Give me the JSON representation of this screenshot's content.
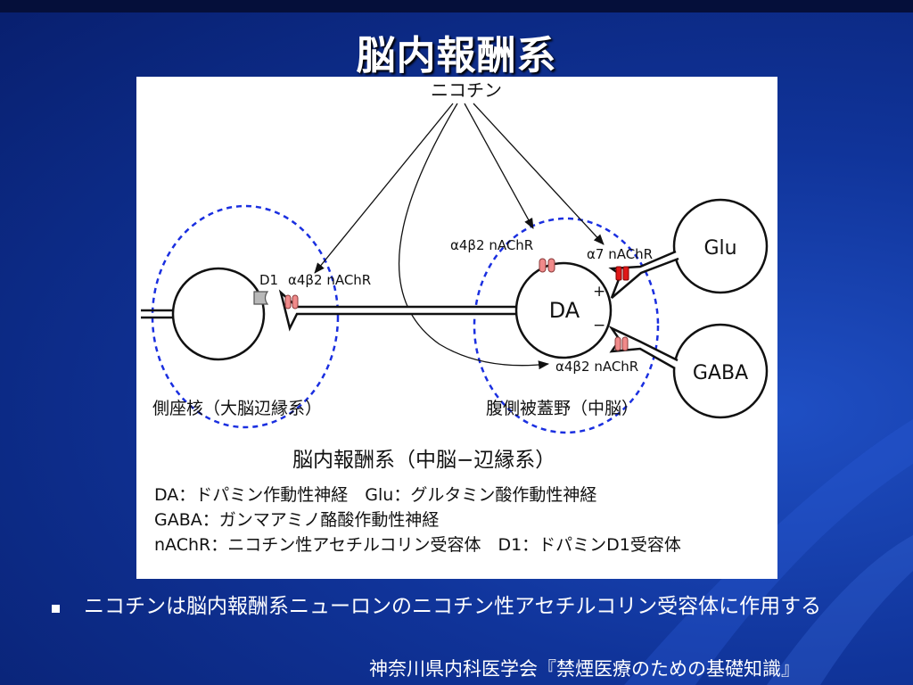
{
  "slide": {
    "title": "脳内報酬系",
    "bullet_text": "ニコチンは脳内報酬系ニューロンのニコチン性アセチルコリン受容体に作用する",
    "source": "神奈川県内科医学会『禁煙医療のための基礎知識』"
  },
  "diagram": {
    "nicotine_label": "ニコチン",
    "d1_label": "D1",
    "a4b2_nachr_label": "α4β2 nAChR",
    "a7_nachr_label": "α7 nAChR",
    "da_label": "DA",
    "glu_label": "Glu",
    "gaba_label": "GABA",
    "plus_sign": "+",
    "minus_sign": "−",
    "nucleus_accumbens_label": "側座核（大脳辺縁系）",
    "vta_label": "腹側被蓋野（中脳）",
    "figure_title": "脳内報酬系（中脳−辺縁系）",
    "legend": [
      "DA：ドパミン作動性神経　Glu：グルタミン酸作動性神経",
      "GABA：ガンマアミノ酪酸作動性神経",
      "nAChR：ニコチン性アセチルコリン受容体　D1：ドパミンD1受容体"
    ]
  },
  "colors": {
    "background": "#10349a",
    "dashed_region": "#1a2fe0",
    "receptor_pink": "#f08a8a",
    "receptor_red": "#e01818",
    "d1_receptor_gray": "#b8b8b8"
  }
}
